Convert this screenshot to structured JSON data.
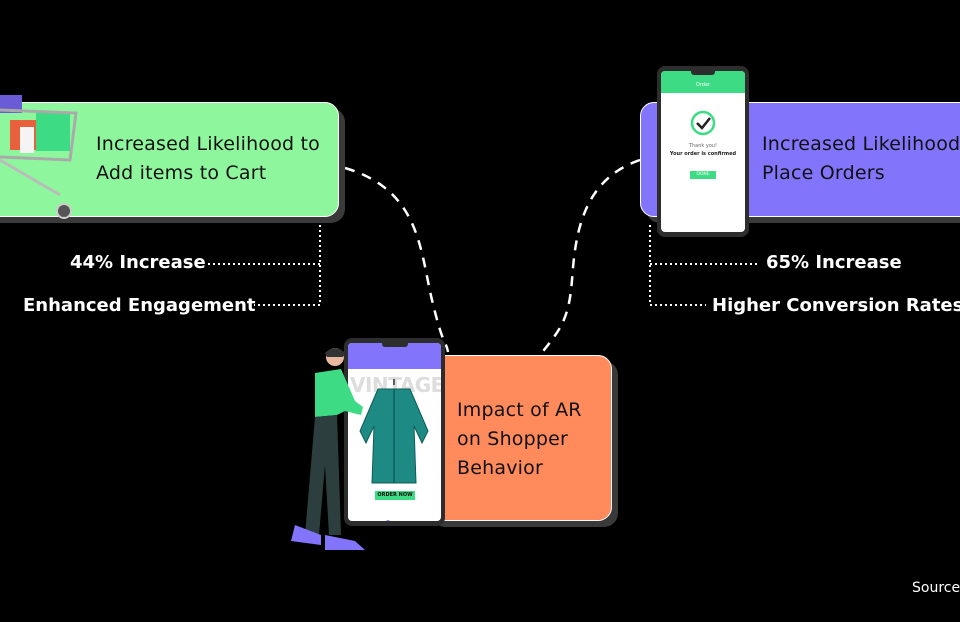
{
  "left_card": {
    "title_line1": "Increased Likelihood to",
    "title_line2": "Add items to Cart"
  },
  "right_card": {
    "title_line1": "Increased Likelihood",
    "title_line2": "Place Orders"
  },
  "center_card": {
    "line1": "Impact of AR",
    "line2": "on Shopper",
    "line3": "Behavior"
  },
  "left_stats": {
    "stat1": "44% Increase",
    "stat2": "Enhanced Engagement"
  },
  "right_stats": {
    "stat1": "65% Increase",
    "stat2": "Higher Conversion Rates"
  },
  "right_phone": {
    "header": "Order",
    "thanks": "Thank you!",
    "confirm": "Your order is confirmed",
    "button": "DONE"
  },
  "center_phone": {
    "watermark": "VINTAGE",
    "button": "ORDER NOW"
  },
  "footer": {
    "source": "Source"
  },
  "colors": {
    "green": "#8ef79e",
    "purple": "#8375fb",
    "orange": "#ff8a5c",
    "accent_green": "#3ddc84"
  }
}
